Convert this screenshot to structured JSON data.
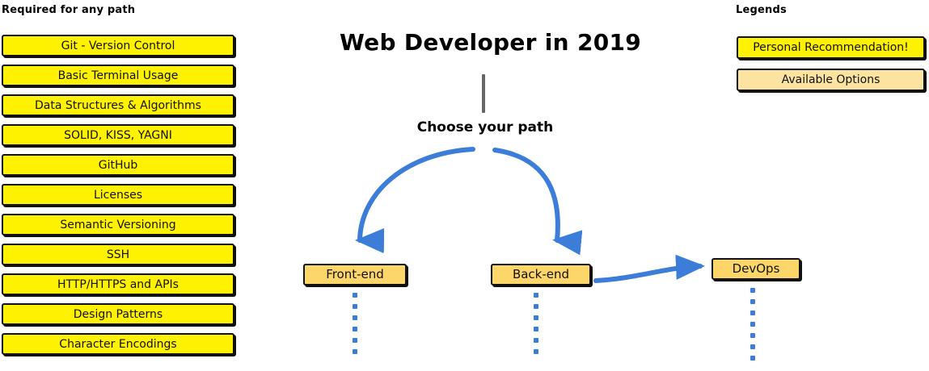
{
  "title": "Web Developer in 2019",
  "center": {
    "choose_path_label": "Choose your path",
    "stem_color": "#666666"
  },
  "required": {
    "heading": "Required for any path",
    "box_color": "#FFF200",
    "items": [
      {
        "label": "Git - Version Control"
      },
      {
        "label": "Basic Terminal Usage"
      },
      {
        "label": "Data Structures & Algorithms"
      },
      {
        "label": "SOLID, KISS, YAGNI"
      },
      {
        "label": "GitHub"
      },
      {
        "label": "Licenses"
      },
      {
        "label": "Semantic Versioning"
      },
      {
        "label": "SSH"
      },
      {
        "label": "HTTP/HTTPS and APIs"
      },
      {
        "label": "Design Patterns"
      },
      {
        "label": "Character Encodings"
      }
    ]
  },
  "paths": {
    "box_color": "#FCD669",
    "arrow_color": "#3B7DD8",
    "items": [
      {
        "label": "Front-end",
        "dots": 6
      },
      {
        "label": "Back-end",
        "dots": 6
      },
      {
        "label": "DevOps",
        "dots": 7
      }
    ]
  },
  "legends": {
    "heading": "Legends",
    "items": [
      {
        "label": "Personal Recommendation!",
        "color": "#FFF200"
      },
      {
        "label": "Available Options",
        "color": "#FCE3A0"
      }
    ]
  }
}
